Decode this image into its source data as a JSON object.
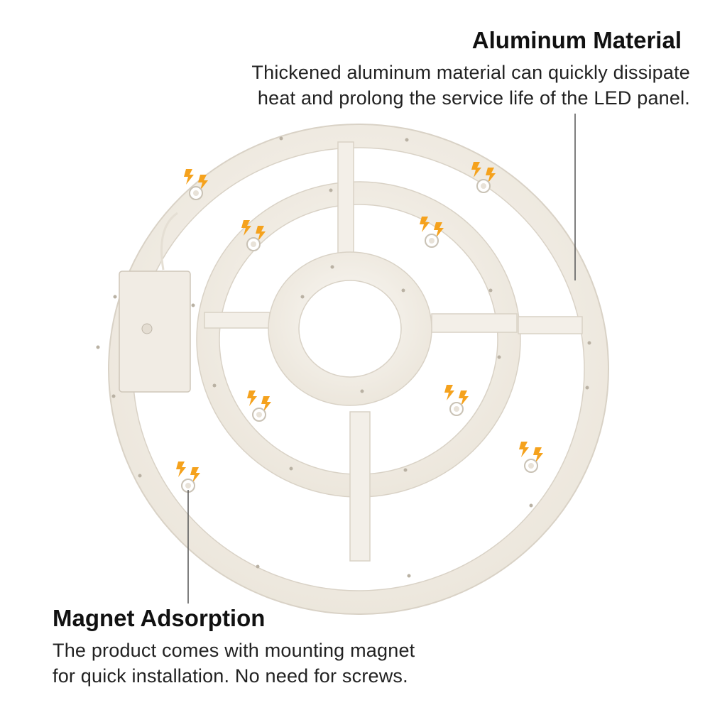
{
  "callouts": {
    "aluminum": {
      "title": "Aluminum Material",
      "lines": [
        "Thickened aluminum material can quickly dissipate",
        "heat and prolong the service life of the LED panel."
      ]
    },
    "magnet": {
      "title": "Magnet Adsorption",
      "lines": [
        "The product comes with mounting magnet",
        "for quick installation. No need for screws."
      ]
    }
  },
  "colors": {
    "panel": "#f3efe8",
    "panel_edge": "#d9d2c6",
    "magnet_icon": "#f5a21d",
    "leader_line": "#555555"
  },
  "icons": [
    "lightning-magnet-icon"
  ]
}
